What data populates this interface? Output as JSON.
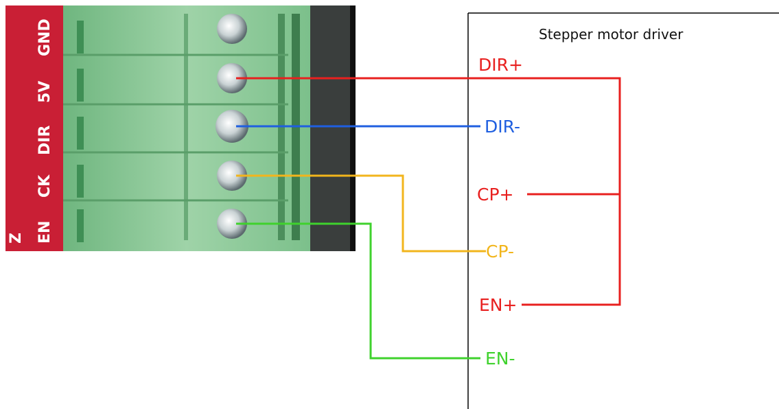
{
  "board": {
    "pin_labels": [
      "GND",
      "5V",
      "DIR",
      "CK",
      "EN",
      "Z"
    ],
    "board_color": "#d0223a",
    "terminal_color": "#8ec99a"
  },
  "driver": {
    "title": "Stepper motor driver",
    "signals": {
      "dir_plus": "DIR+",
      "dir_minus": "DIR-",
      "cp_plus": "CP+",
      "cp_minus": "CP-",
      "en_plus": "EN+",
      "en_minus": "EN-"
    }
  },
  "colors": {
    "red": "#e8201f",
    "blue": "#1f5fe0",
    "yellow": "#f2b51c",
    "green": "#3fd22d"
  }
}
